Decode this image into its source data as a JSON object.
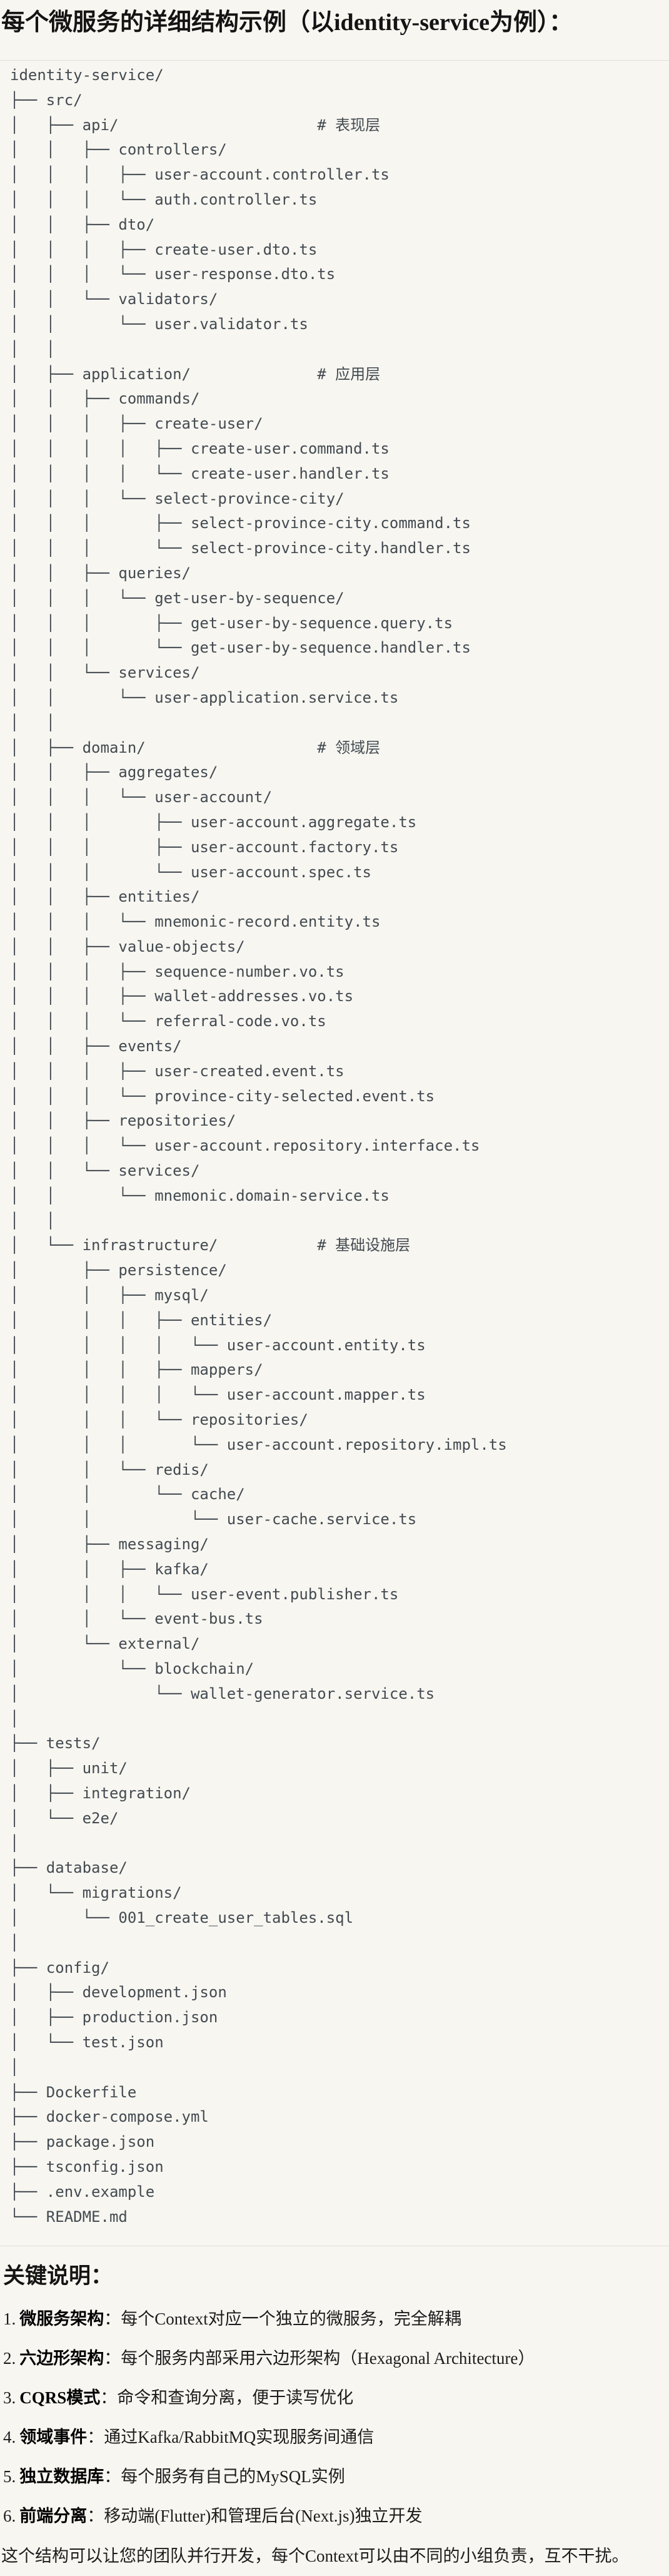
{
  "page": {
    "title": "每个微服务的详细结构示例（以identity-service为例）："
  },
  "code_block": {
    "language": "plaintext-tree",
    "lines": [
      "identity-service/",
      "├── src/",
      "│   ├── api/                      # 表现层",
      "│   │   ├── controllers/",
      "│   │   │   ├── user-account.controller.ts",
      "│   │   │   └── auth.controller.ts",
      "│   │   ├── dto/",
      "│   │   │   ├── create-user.dto.ts",
      "│   │   │   └── user-response.dto.ts",
      "│   │   └── validators/",
      "│   │       └── user.validator.ts",
      "│   │",
      "│   ├── application/              # 应用层",
      "│   │   ├── commands/",
      "│   │   │   ├── create-user/",
      "│   │   │   │   ├── create-user.command.ts",
      "│   │   │   │   └── create-user.handler.ts",
      "│   │   │   └── select-province-city/",
      "│   │   │       ├── select-province-city.command.ts",
      "│   │   │       └── select-province-city.handler.ts",
      "│   │   ├── queries/",
      "│   │   │   └── get-user-by-sequence/",
      "│   │   │       ├── get-user-by-sequence.query.ts",
      "│   │   │       └── get-user-by-sequence.handler.ts",
      "│   │   └── services/",
      "│   │       └── user-application.service.ts",
      "│   │",
      "│   ├── domain/                   # 领域层",
      "│   │   ├── aggregates/",
      "│   │   │   └── user-account/",
      "│   │   │       ├── user-account.aggregate.ts",
      "│   │   │       ├── user-account.factory.ts",
      "│   │   │       └── user-account.spec.ts",
      "│   │   ├── entities/",
      "│   │   │   └── mnemonic-record.entity.ts",
      "│   │   ├── value-objects/",
      "│   │   │   ├── sequence-number.vo.ts",
      "│   │   │   ├── wallet-addresses.vo.ts",
      "│   │   │   └── referral-code.vo.ts",
      "│   │   ├── events/",
      "│   │   │   ├── user-created.event.ts",
      "│   │   │   └── province-city-selected.event.ts",
      "│   │   ├── repositories/",
      "│   │   │   └── user-account.repository.interface.ts",
      "│   │   └── services/",
      "│   │       └── mnemonic.domain-service.ts",
      "│   │",
      "│   └── infrastructure/           # 基础设施层",
      "│       ├── persistence/",
      "│       │   ├── mysql/",
      "│       │   │   ├── entities/",
      "│       │   │   │   └── user-account.entity.ts",
      "│       │   │   ├── mappers/",
      "│       │   │   │   └── user-account.mapper.ts",
      "│       │   │   └── repositories/",
      "│       │   │       └── user-account.repository.impl.ts",
      "│       │   └── redis/",
      "│       │       └── cache/",
      "│       │           └── user-cache.service.ts",
      "│       ├── messaging/",
      "│       │   ├── kafka/",
      "│       │   │   └── user-event.publisher.ts",
      "│       │   └── event-bus.ts",
      "│       └── external/",
      "│           └── blockchain/",
      "│               └── wallet-generator.service.ts",
      "│",
      "├── tests/",
      "│   ├── unit/",
      "│   ├── integration/",
      "│   └── e2e/",
      "│",
      "├── database/",
      "│   └── migrations/",
      "│       └── 001_create_user_tables.sql",
      "│",
      "├── config/",
      "│   ├── development.json",
      "│   ├── production.json",
      "│   └── test.json",
      "│",
      "├── Dockerfile",
      "├── docker-compose.yml",
      "├── package.json",
      "├── tsconfig.json",
      "├── .env.example",
      "└── README.md"
    ]
  },
  "key_notes": {
    "heading": "关键说明：",
    "items": [
      {
        "num": "1.",
        "label": "微服务架构",
        "colon": "：",
        "text": "每个Context对应一个独立的微服务，完全解耦"
      },
      {
        "num": "2.",
        "label": "六边形架构",
        "colon": "：",
        "text": "每个服务内部采用六边形架构（Hexagonal Architecture）"
      },
      {
        "num": "3.",
        "label": "CQRS模式",
        "colon": "：",
        "text": "命令和查询分离，便于读写优化"
      },
      {
        "num": "4.",
        "label": "领域事件",
        "colon": "：",
        "text": "通过Kafka/RabbitMQ实现服务间通信"
      },
      {
        "num": "5.",
        "label": "独立数据库",
        "colon": "：",
        "text": "每个服务有自己的MySQL实例"
      },
      {
        "num": "6.",
        "label": "前端分离",
        "colon": "：",
        "text": "移动端(Flutter)和管理后台(Next.js)独立开发"
      }
    ],
    "footer": "这个结构可以让您的团队并行开发，每个Context可以由不同的小组负责，互不干扰。"
  },
  "colors": {
    "page_background": "#f7f6f1",
    "divider": "#dfddd5",
    "heading_text": "#141414",
    "code_text": "#434a50",
    "body_text": "#1c1c1c"
  }
}
